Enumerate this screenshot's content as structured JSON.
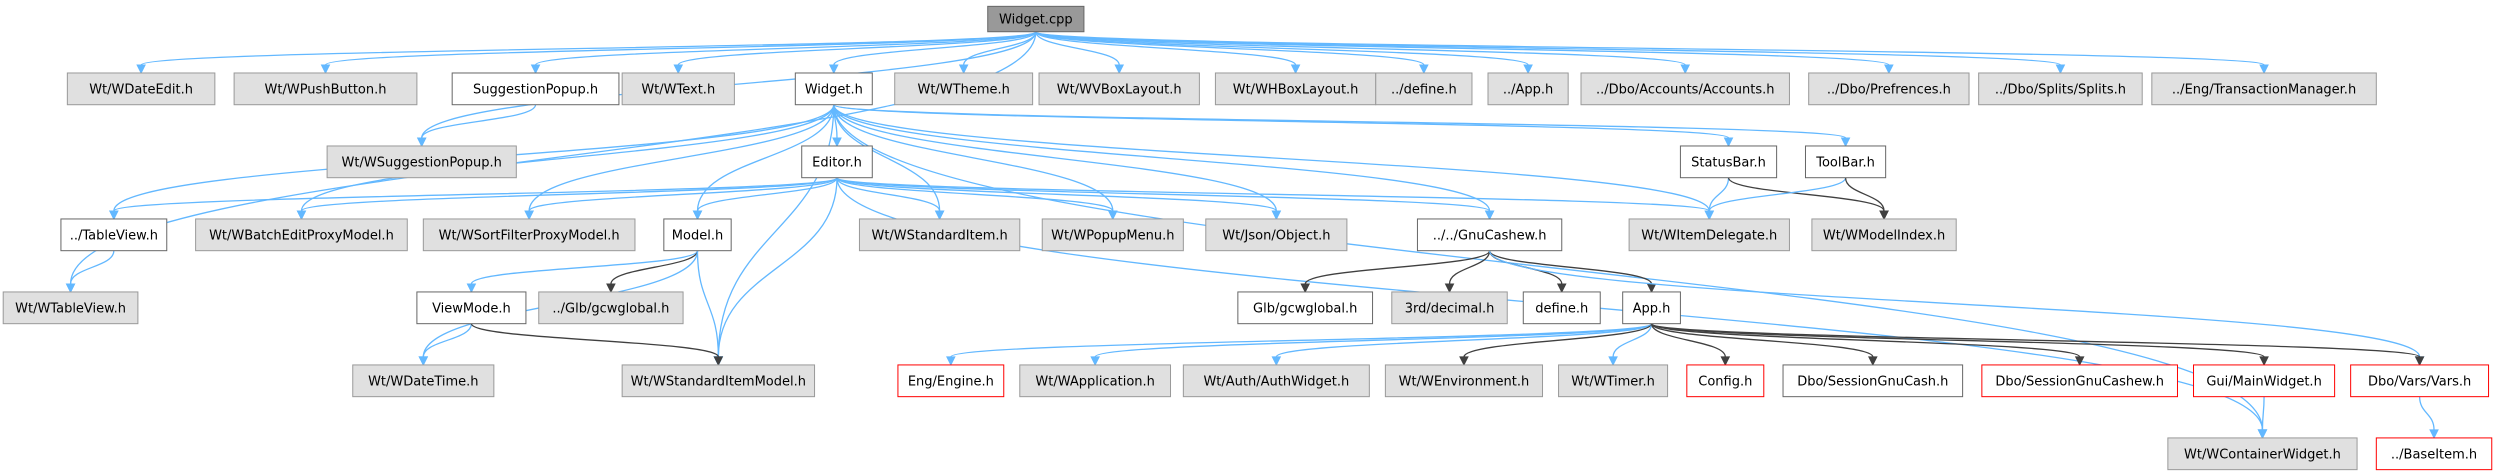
{
  "colors": {
    "root_fill": "#999999",
    "root_stroke": "#666666",
    "header_fill": "#e0e0e0",
    "header_stroke": "#999999",
    "file_fill": "#ffffff",
    "file_stroke": "#666666",
    "missing_fill": "#ffffff",
    "missing_stroke": "#ff0000",
    "edge_blue": "#63b8ff",
    "edge_dark": "#404040"
  },
  "nodes": [
    {
      "id": "widget_cpp",
      "label": "Widget.cpp",
      "kind": "root"
    },
    {
      "id": "wdateedit",
      "label": "Wt/WDateEdit.h",
      "kind": "header"
    },
    {
      "id": "wpushbutton",
      "label": "Wt/WPushButton.h",
      "kind": "header"
    },
    {
      "id": "suggestionpopup",
      "label": "SuggestionPopup.h",
      "kind": "file"
    },
    {
      "id": "wtext",
      "label": "Wt/WText.h",
      "kind": "header"
    },
    {
      "id": "widget_h",
      "label": "Widget.h",
      "kind": "file"
    },
    {
      "id": "wtheme",
      "label": "Wt/WTheme.h",
      "kind": "header"
    },
    {
      "id": "wvboxlayout",
      "label": "Wt/WVBoxLayout.h",
      "kind": "header"
    },
    {
      "id": "whboxlayout",
      "label": "Wt/WHBoxLayout.h",
      "kind": "header"
    },
    {
      "id": "define_up",
      "label": "../define.h",
      "kind": "header"
    },
    {
      "id": "app_up",
      "label": "../App.h",
      "kind": "header"
    },
    {
      "id": "dbo_accounts",
      "label": "../Dbo/Accounts/Accounts.h",
      "kind": "header"
    },
    {
      "id": "dbo_prefrences",
      "label": "../Dbo/Prefrences.h",
      "kind": "header"
    },
    {
      "id": "dbo_splits",
      "label": "../Dbo/Splits/Splits.h",
      "kind": "header"
    },
    {
      "id": "eng_txmgr",
      "label": "../Eng/TransactionManager.h",
      "kind": "header"
    },
    {
      "id": "wsuggestionpopup",
      "label": "Wt/WSuggestionPopup.h",
      "kind": "header"
    },
    {
      "id": "editor_h",
      "label": "Editor.h",
      "kind": "file"
    },
    {
      "id": "statusbar_h",
      "label": "StatusBar.h",
      "kind": "file"
    },
    {
      "id": "toolbar_h",
      "label": "ToolBar.h",
      "kind": "file"
    },
    {
      "id": "tableview_up",
      "label": "../TableView.h",
      "kind": "file"
    },
    {
      "id": "wbatcheditproxy",
      "label": "Wt/WBatchEditProxyModel.h",
      "kind": "header"
    },
    {
      "id": "wsortfilterproxy",
      "label": "Wt/WSortFilterProxyModel.h",
      "kind": "header"
    },
    {
      "id": "model_h",
      "label": "Model.h",
      "kind": "file"
    },
    {
      "id": "wstandarditem",
      "label": "Wt/WStandardItem.h",
      "kind": "header"
    },
    {
      "id": "wpopupmenu",
      "label": "Wt/WPopupMenu.h",
      "kind": "header"
    },
    {
      "id": "wjsonobject",
      "label": "Wt/Json/Object.h",
      "kind": "header"
    },
    {
      "id": "gnucashew_h",
      "label": "../../GnuCashew.h",
      "kind": "file"
    },
    {
      "id": "witemdelegate",
      "label": "Wt/WItemDelegate.h",
      "kind": "header"
    },
    {
      "id": "wmodelindex",
      "label": "Wt/WModelIndex.h",
      "kind": "header"
    },
    {
      "id": "wtableview",
      "label": "Wt/WTableView.h",
      "kind": "header"
    },
    {
      "id": "viewmode_h",
      "label": "ViewMode.h",
      "kind": "file"
    },
    {
      "id": "glb_gcwglobal_up",
      "label": "../Glb/gcwglobal.h",
      "kind": "header"
    },
    {
      "id": "glb_gcwglobal",
      "label": "Glb/gcwglobal.h",
      "kind": "file"
    },
    {
      "id": "decimal",
      "label": "3rd/decimal.h",
      "kind": "header"
    },
    {
      "id": "define_h",
      "label": "define.h",
      "kind": "file"
    },
    {
      "id": "app_h",
      "label": "App.h",
      "kind": "file"
    },
    {
      "id": "wdatetime",
      "label": "Wt/WDateTime.h",
      "kind": "header"
    },
    {
      "id": "wstandarditemmodel",
      "label": "Wt/WStandardItemModel.h",
      "kind": "header"
    },
    {
      "id": "eng_engine",
      "label": "Eng/Engine.h",
      "kind": "missing"
    },
    {
      "id": "wapplication",
      "label": "Wt/WApplication.h",
      "kind": "header"
    },
    {
      "id": "authwidget",
      "label": "Wt/Auth/AuthWidget.h",
      "kind": "header"
    },
    {
      "id": "wenvironment",
      "label": "Wt/WEnvironment.h",
      "kind": "header"
    },
    {
      "id": "wtimer",
      "label": "Wt/WTimer.h",
      "kind": "header"
    },
    {
      "id": "config_h",
      "label": "Config.h",
      "kind": "missing"
    },
    {
      "id": "dbo_sessiongnucash",
      "label": "Dbo/SessionGnuCash.h",
      "kind": "file"
    },
    {
      "id": "dbo_sessiongnucashew",
      "label": "Dbo/SessionGnuCashew.h",
      "kind": "missing"
    },
    {
      "id": "gui_mainwidget",
      "label": "Gui/MainWidget.h",
      "kind": "missing"
    },
    {
      "id": "dbo_vars",
      "label": "Dbo/Vars/Vars.h",
      "kind": "missing"
    },
    {
      "id": "wcontainerwidget",
      "label": "Wt/WContainerWidget.h",
      "kind": "header"
    },
    {
      "id": "baseitem_up",
      "label": "../BaseItem.h",
      "kind": "missing"
    }
  ],
  "edges": [
    {
      "from": "widget_cpp",
      "to": "wdateedit",
      "style": "blue"
    },
    {
      "from": "widget_cpp",
      "to": "wpushbutton",
      "style": "blue"
    },
    {
      "from": "widget_cpp",
      "to": "suggestionpopup",
      "style": "blue"
    },
    {
      "from": "widget_cpp",
      "to": "wtext",
      "style": "blue"
    },
    {
      "from": "widget_cpp",
      "to": "widget_h",
      "style": "blue"
    },
    {
      "from": "widget_cpp",
      "to": "wtheme",
      "style": "blue"
    },
    {
      "from": "widget_cpp",
      "to": "wvboxlayout",
      "style": "blue"
    },
    {
      "from": "widget_cpp",
      "to": "whboxlayout",
      "style": "blue"
    },
    {
      "from": "widget_cpp",
      "to": "define_up",
      "style": "blue"
    },
    {
      "from": "widget_cpp",
      "to": "app_up",
      "style": "blue"
    },
    {
      "from": "widget_cpp",
      "to": "dbo_accounts",
      "style": "blue"
    },
    {
      "from": "widget_cpp",
      "to": "dbo_prefrences",
      "style": "blue"
    },
    {
      "from": "widget_cpp",
      "to": "dbo_splits",
      "style": "blue"
    },
    {
      "from": "widget_cpp",
      "to": "eng_txmgr",
      "style": "blue"
    },
    {
      "from": "widget_cpp",
      "to": "wsuggestionpopup",
      "style": "blue"
    },
    {
      "from": "widget_cpp",
      "to": "wtableview",
      "style": "blue"
    },
    {
      "from": "suggestionpopup",
      "to": "wsuggestionpopup",
      "style": "blue"
    },
    {
      "from": "widget_h",
      "to": "editor_h",
      "style": "blue"
    },
    {
      "from": "widget_h",
      "to": "statusbar_h",
      "style": "blue"
    },
    {
      "from": "widget_h",
      "to": "toolbar_h",
      "style": "blue"
    },
    {
      "from": "widget_h",
      "to": "tableview_up",
      "style": "blue"
    },
    {
      "from": "widget_h",
      "to": "wbatcheditproxy",
      "style": "blue"
    },
    {
      "from": "widget_h",
      "to": "wsortfilterproxy",
      "style": "blue"
    },
    {
      "from": "widget_h",
      "to": "model_h",
      "style": "blue"
    },
    {
      "from": "widget_h",
      "to": "wstandarditem",
      "style": "blue"
    },
    {
      "from": "widget_h",
      "to": "wpopupmenu",
      "style": "blue"
    },
    {
      "from": "widget_h",
      "to": "wjsonobject",
      "style": "blue"
    },
    {
      "from": "widget_h",
      "to": "gnucashew_h",
      "style": "blue"
    },
    {
      "from": "widget_h",
      "to": "witemdelegate",
      "style": "blue"
    },
    {
      "from": "widget_h",
      "to": "wstandarditemmodel",
      "style": "blue"
    },
    {
      "from": "widget_h",
      "to": "wcontainerwidget",
      "style": "blue"
    },
    {
      "from": "editor_h",
      "to": "tableview_up",
      "style": "blue"
    },
    {
      "from": "editor_h",
      "to": "wbatcheditproxy",
      "style": "blue"
    },
    {
      "from": "editor_h",
      "to": "wsortfilterproxy",
      "style": "blue"
    },
    {
      "from": "editor_h",
      "to": "model_h",
      "style": "blue"
    },
    {
      "from": "editor_h",
      "to": "wstandarditem",
      "style": "blue"
    },
    {
      "from": "editor_h",
      "to": "wpopupmenu",
      "style": "blue"
    },
    {
      "from": "editor_h",
      "to": "wjsonobject",
      "style": "blue"
    },
    {
      "from": "editor_h",
      "to": "gnucashew_h",
      "style": "blue"
    },
    {
      "from": "editor_h",
      "to": "witemdelegate",
      "style": "blue"
    },
    {
      "from": "editor_h",
      "to": "wstandarditemmodel",
      "style": "blue"
    },
    {
      "from": "editor_h",
      "to": "wcontainerwidget",
      "style": "blue"
    },
    {
      "from": "statusbar_h",
      "to": "witemdelegate",
      "style": "blue"
    },
    {
      "from": "statusbar_h",
      "to": "wmodelindex",
      "style": "dark"
    },
    {
      "from": "toolbar_h",
      "to": "witemdelegate",
      "style": "blue"
    },
    {
      "from": "toolbar_h",
      "to": "wmodelindex",
      "style": "dark"
    },
    {
      "from": "tableview_up",
      "to": "wtableview",
      "style": "blue"
    },
    {
      "from": "model_h",
      "to": "viewmode_h",
      "style": "blue"
    },
    {
      "from": "model_h",
      "to": "glb_gcwglobal_up",
      "style": "dark"
    },
    {
      "from": "model_h",
      "to": "wdatetime",
      "style": "blue"
    },
    {
      "from": "model_h",
      "to": "wstandarditemmodel",
      "style": "blue"
    },
    {
      "from": "viewmode_h",
      "to": "wdatetime",
      "style": "blue"
    },
    {
      "from": "viewmode_h",
      "to": "wstandarditemmodel",
      "style": "dark"
    },
    {
      "from": "gnucashew_h",
      "to": "glb_gcwglobal",
      "style": "dark"
    },
    {
      "from": "gnucashew_h",
      "to": "decimal",
      "style": "dark"
    },
    {
      "from": "gnucashew_h",
      "to": "define_h",
      "style": "dark"
    },
    {
      "from": "gnucashew_h",
      "to": "app_h",
      "style": "dark"
    },
    {
      "from": "gnucashew_h",
      "to": "dbo_vars",
      "style": "blue"
    },
    {
      "from": "app_h",
      "to": "eng_engine",
      "style": "blue"
    },
    {
      "from": "app_h",
      "to": "wapplication",
      "style": "blue"
    },
    {
      "from": "app_h",
      "to": "authwidget",
      "style": "blue"
    },
    {
      "from": "app_h",
      "to": "wenvironment",
      "style": "dark"
    },
    {
      "from": "app_h",
      "to": "wtimer",
      "style": "blue"
    },
    {
      "from": "app_h",
      "to": "config_h",
      "style": "dark"
    },
    {
      "from": "app_h",
      "to": "dbo_sessiongnucash",
      "style": "dark"
    },
    {
      "from": "app_h",
      "to": "dbo_sessiongnucashew",
      "style": "dark"
    },
    {
      "from": "app_h",
      "to": "gui_mainwidget",
      "style": "dark"
    },
    {
      "from": "app_h",
      "to": "dbo_vars",
      "style": "dark"
    },
    {
      "from": "gui_mainwidget",
      "to": "wcontainerwidget",
      "style": "blue"
    },
    {
      "from": "dbo_vars",
      "to": "baseitem_up",
      "style": "blue"
    }
  ]
}
